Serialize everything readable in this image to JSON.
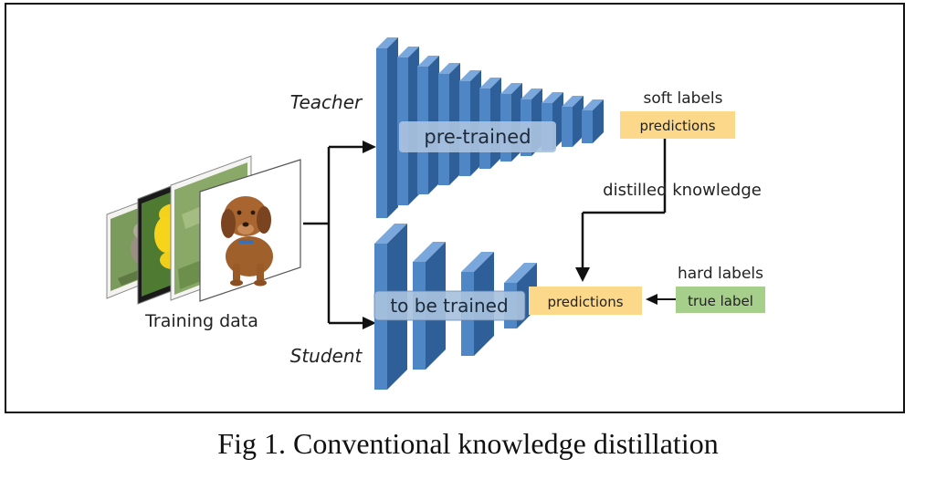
{
  "diagram": {
    "teacher_label": "Teacher",
    "student_label": "Student",
    "pretrained_label": "pre-trained",
    "tobetrained_label": "to be trained",
    "soft_labels_title": "soft labels",
    "teacher_predictions": "predictions",
    "distilled_label": "distilled knowledge",
    "student_predictions": "predictions",
    "hard_labels_title": "hard labels",
    "true_label": "true label",
    "training_data_label": "Training data"
  },
  "caption": "Fig 1. Conventional knowledge distillation",
  "colors": {
    "layer_front": "#4f86c6",
    "layer_side": "#2e5f99",
    "layer_top": "#7aa7dc",
    "prediction_box": "#fcd98a",
    "true_label_box": "#a7cf8c",
    "inner_label_box": "#a9c2de"
  }
}
